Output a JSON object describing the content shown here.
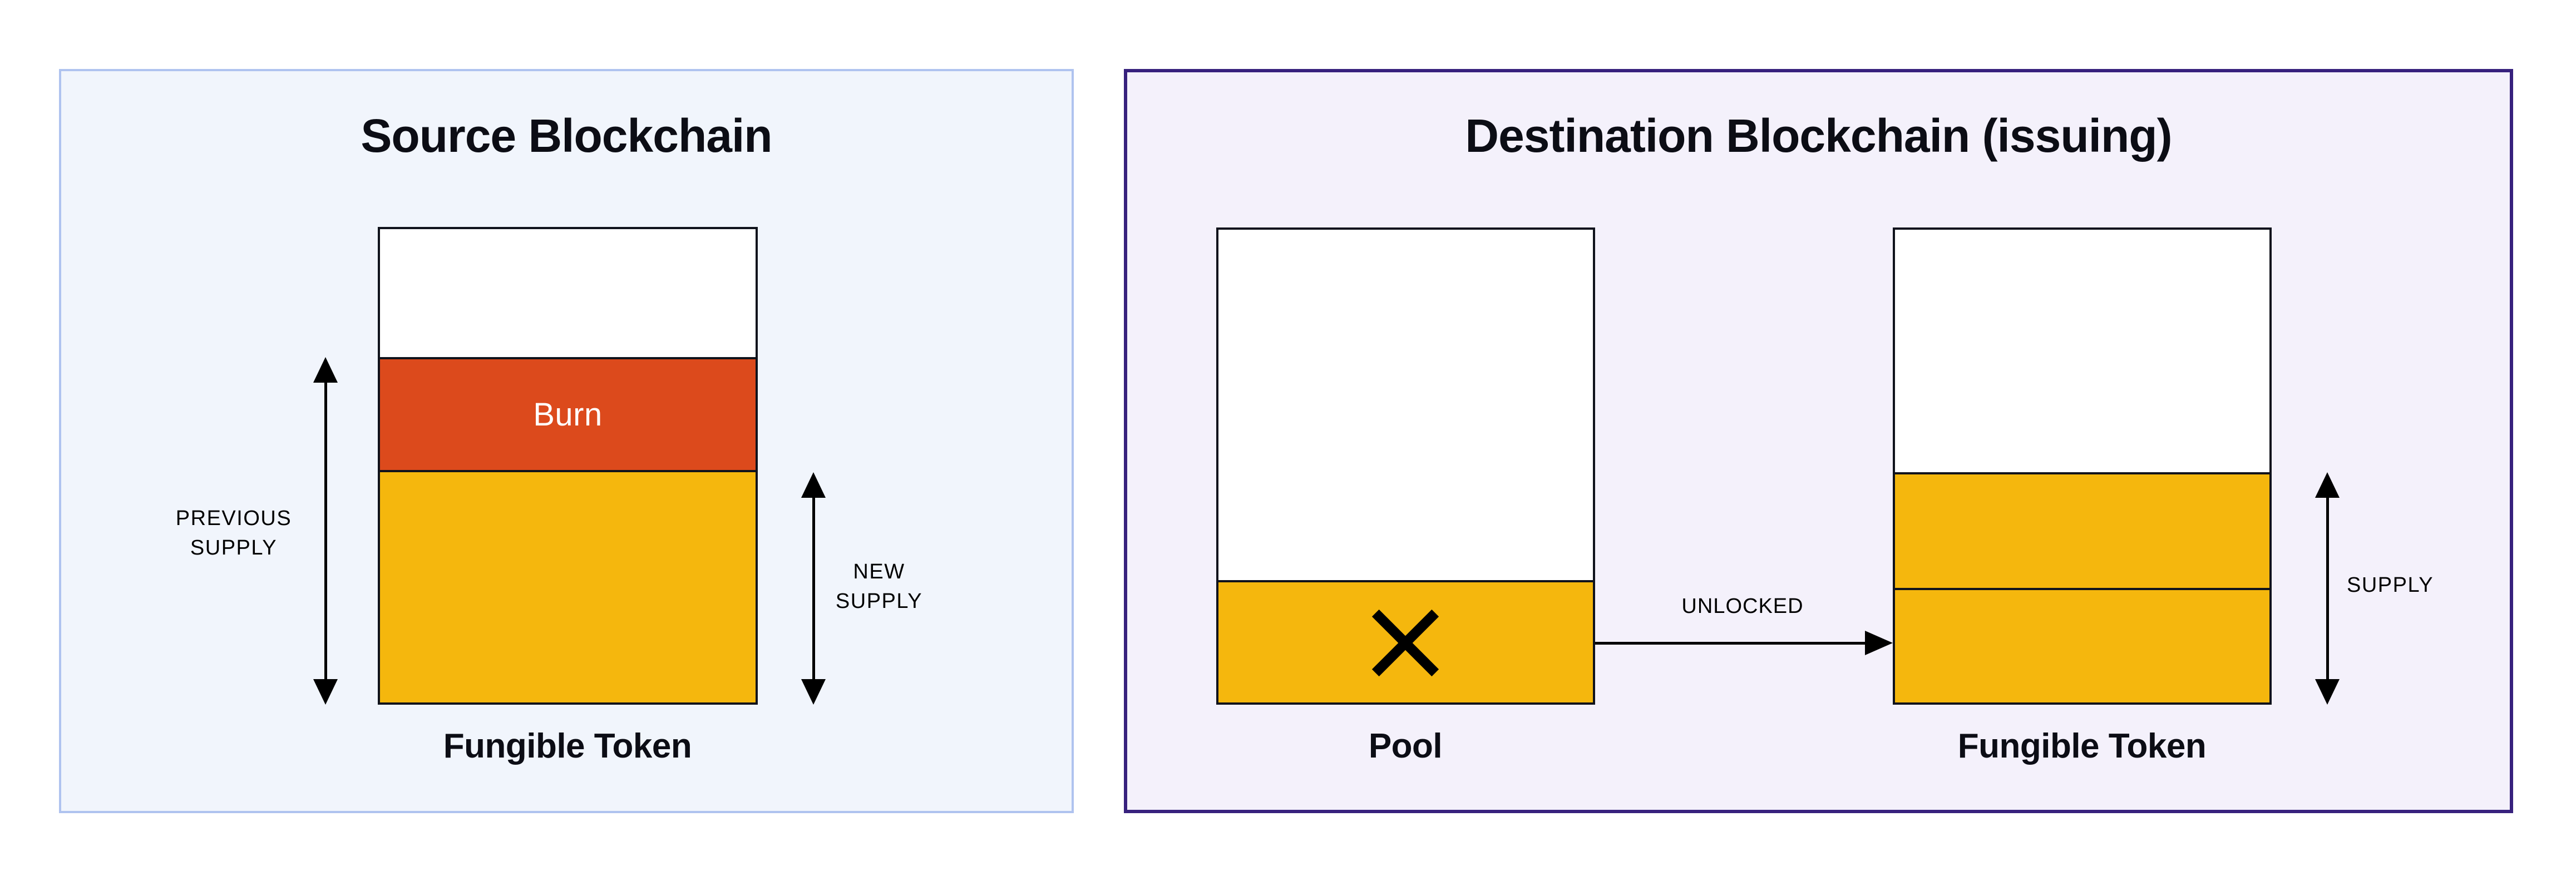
{
  "colors": {
    "burn": "#dc4a1c",
    "amber": "#f5b70d",
    "ink": "#10131c",
    "text": "#0c0d15",
    "panel-left-bg": "#f1f5fc",
    "panel-left-border": "#afc3ef",
    "panel-right-bg": "#f4f1fb",
    "panel-right-border": "#37217d"
  },
  "left_panel": {
    "title": "Source Blockchain",
    "burn_label": "Burn",
    "token_label": "Fungible Token",
    "previous_supply_label": "PREVIOUS\nSUPPLY",
    "new_supply_label": "NEW\nSUPPLY"
  },
  "right_panel": {
    "title": "Destination Blockchain (issuing)",
    "pool_label": "Pool",
    "token_label": "Fungible Token",
    "unlocked_label": "UNLOCKED",
    "supply_label": "SUPPLY"
  }
}
